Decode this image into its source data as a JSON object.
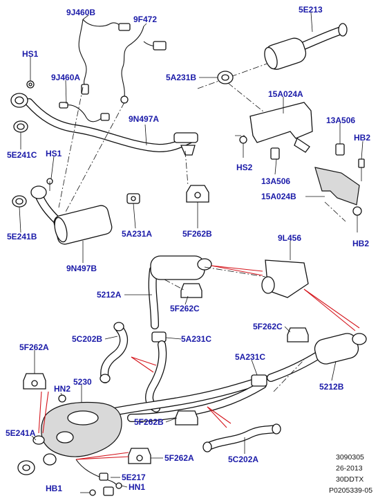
{
  "labels": {
    "9J460B": "9J460B",
    "9F472": "9F472",
    "5E213": "5E213",
    "HS1_top": "HS1",
    "9J460A": "9J460A",
    "5A231B": "5A231B",
    "15A024A": "15A024A",
    "9N497A": "9N497A",
    "13A506_right": "13A506",
    "HB2_top": "HB2",
    "5E241C": "5E241C",
    "HS1_mid": "HS1",
    "HS2": "HS2",
    "13A506_mid": "13A506",
    "15A024B": "15A024B",
    "5E241B": "5E241B",
    "5A231A": "5A231A",
    "5F262B_top": "5F262B",
    "HB2_bottom": "HB2",
    "9L456": "9L456",
    "9N497B": "9N497B",
    "5212A": "5212A",
    "5F262C_left": "5F262C",
    "5F262C_right": "5F262C",
    "5C202B": "5C202B",
    "5A231C_left": "5A231C",
    "5A231C_right": "5A231C",
    "5F262A_left": "5F262A",
    "5230": "5230",
    "HN2": "HN2",
    "5212B": "5212B",
    "5E241A": "5E241A",
    "5F262B_bottom": "5F262B",
    "5F262A_bottom": "5F262A",
    "5C202A": "5C202A",
    "5E217": "5E217",
    "HB1": "HB1",
    "HN1": "HN1"
  },
  "reference": {
    "line1": "3090305",
    "line2": "26-2013",
    "line3": "30DDTX",
    "line4": "P0205339-05"
  },
  "colors": {
    "label": "#1a1aa8",
    "callout": "#d4141b",
    "line": "#111111"
  }
}
